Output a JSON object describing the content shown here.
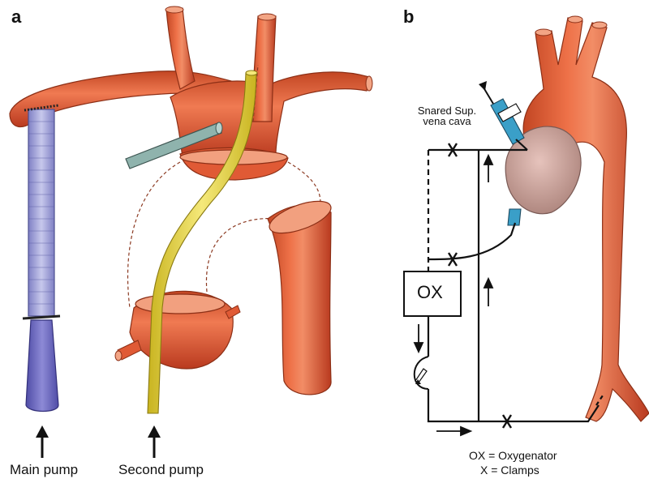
{
  "panel_a": {
    "letter": "a",
    "main_pump_label": "Main pump",
    "second_pump_label": "Second pump"
  },
  "panel_b": {
    "letter": "b",
    "snared_label_line1": "Snared Sup.",
    "snared_label_line2": "vena cava",
    "oxygenator_box": "OX",
    "legend": {
      "line1": "OX  =  Oxygenator",
      "line2": "X  =  Clamps"
    }
  },
  "colors": {
    "aorta": "#e8603a",
    "aorta_shadow": "#b93a1f",
    "aorta_highlight": "#f6a27c",
    "graft": "#9fa0d8",
    "pump_tube": "#6f6cc0",
    "yellow_tube": "#e6d340",
    "cannula": "#8fb3ad",
    "heart": "#cfa6a0",
    "blue_cannula": "#3a9fc8"
  }
}
